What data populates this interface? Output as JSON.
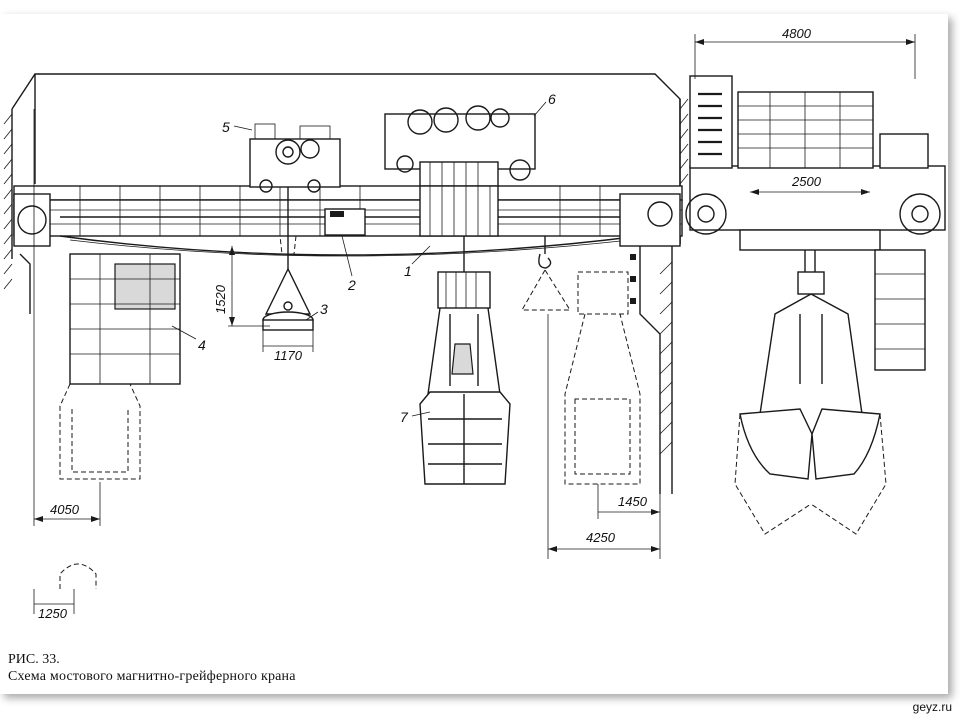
{
  "figure": {
    "label": "РИС. 33.",
    "title": "Схема мостового магнитно-грейферного крана"
  },
  "callouts": [
    "1",
    "2",
    "3",
    "4",
    "5",
    "6",
    "7"
  ],
  "dimensions": {
    "d4800": "4800",
    "d2500": "2500",
    "d1520": "1520",
    "d1170": "1170",
    "d4050": "4050",
    "d1250": "1250",
    "d1450": "1450",
    "d4250": "4250"
  },
  "watermark": "geyz.ru"
}
